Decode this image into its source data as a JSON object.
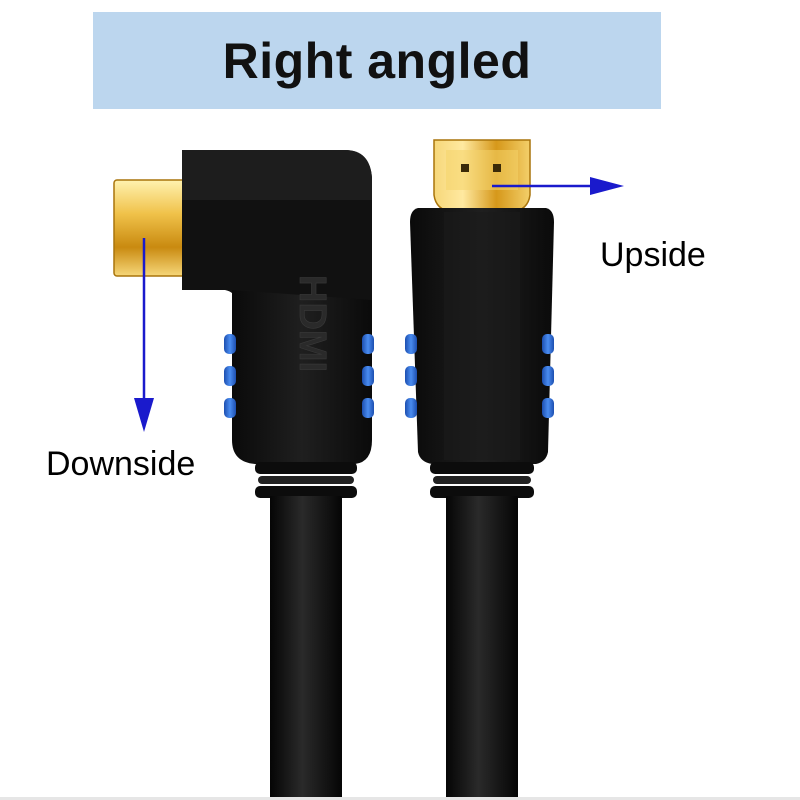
{
  "title": "Right angled",
  "labels": {
    "upside": "Upside",
    "downside": "Downside"
  },
  "connector_marking": "HDMI",
  "colors": {
    "banner": "#bcd6ee",
    "arrow": "#1a1acc",
    "cable": "#141414",
    "gold": "#d9a21c",
    "grip": "#2f6fd6"
  },
  "icons": [
    "right-angle-hdmi-connector",
    "straight-hdmi-connector",
    "arrow-down-icon",
    "arrow-right-icon"
  ]
}
